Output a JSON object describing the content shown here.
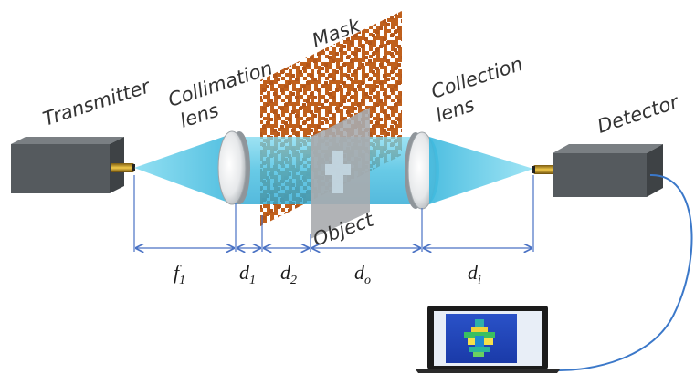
{
  "labels": {
    "transmitter": "Transmitter",
    "collimation_line1": "Collimation",
    "collimation_line2": "lens",
    "mask": "Mask",
    "collection_line1": "Collection",
    "collection_line2": "lens",
    "detector": "Detector",
    "object": "Object"
  },
  "dimensions": {
    "f1": {
      "main": "f",
      "sub": "1"
    },
    "d1": {
      "main": "d",
      "sub": "1"
    },
    "d2": {
      "main": "d",
      "sub": "2"
    },
    "do": {
      "main": "d",
      "sub": "o"
    },
    "di": {
      "main": "d",
      "sub": "i"
    }
  },
  "colors": {
    "beam": "#5fcde6",
    "mask_pattern": "#c0601c",
    "dimension_line": "#4a72c4",
    "device_body": "#555a5e",
    "cable": "#3b78c9"
  },
  "icons": {
    "computer": "laptop-icon",
    "reconstructed_image": "reconstruction-heatmap"
  }
}
